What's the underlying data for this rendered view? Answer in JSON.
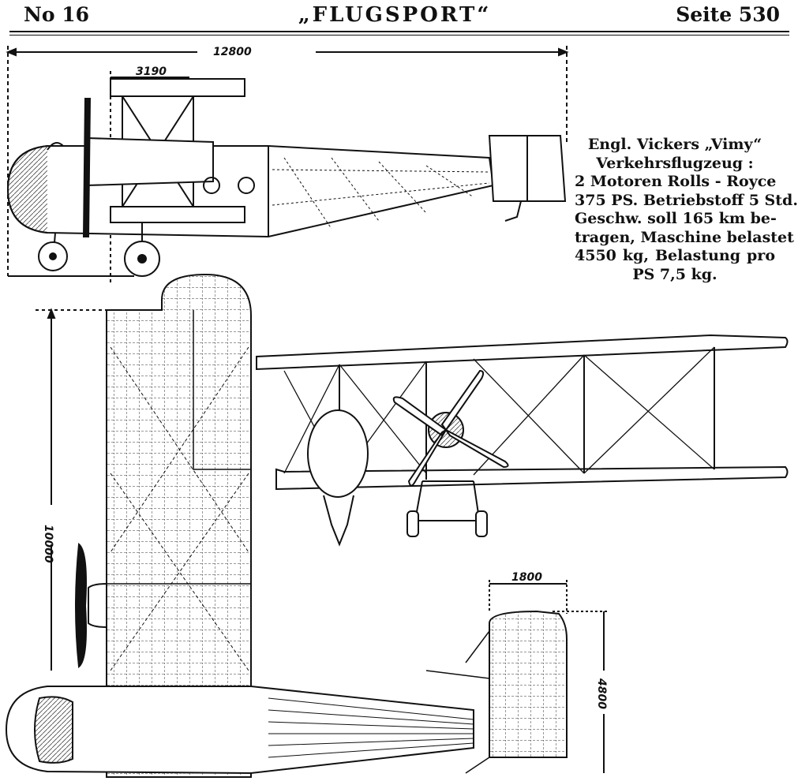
{
  "header": {
    "issue": "No 16",
    "title": "„FLUGSPORT“",
    "page": "Seite 530"
  },
  "caption": {
    "lines": [
      "Engl. Vickers „Vimy“",
      "Verkehrsflugzeug :",
      "2 Motoren Rolls - Royce",
      "375 PS. Betriebstoff 5 Std.",
      "Geschw. soll 165 km be-",
      "tragen, Maschine belastet",
      "4550 kg, Belastung pro",
      "PS 7,5 kg."
    ]
  },
  "dimensions": {
    "length": "12800",
    "upper_wing_chord": "3190",
    "half_span": "10000",
    "tail_chord": "1800",
    "tail_span": "4800"
  }
}
